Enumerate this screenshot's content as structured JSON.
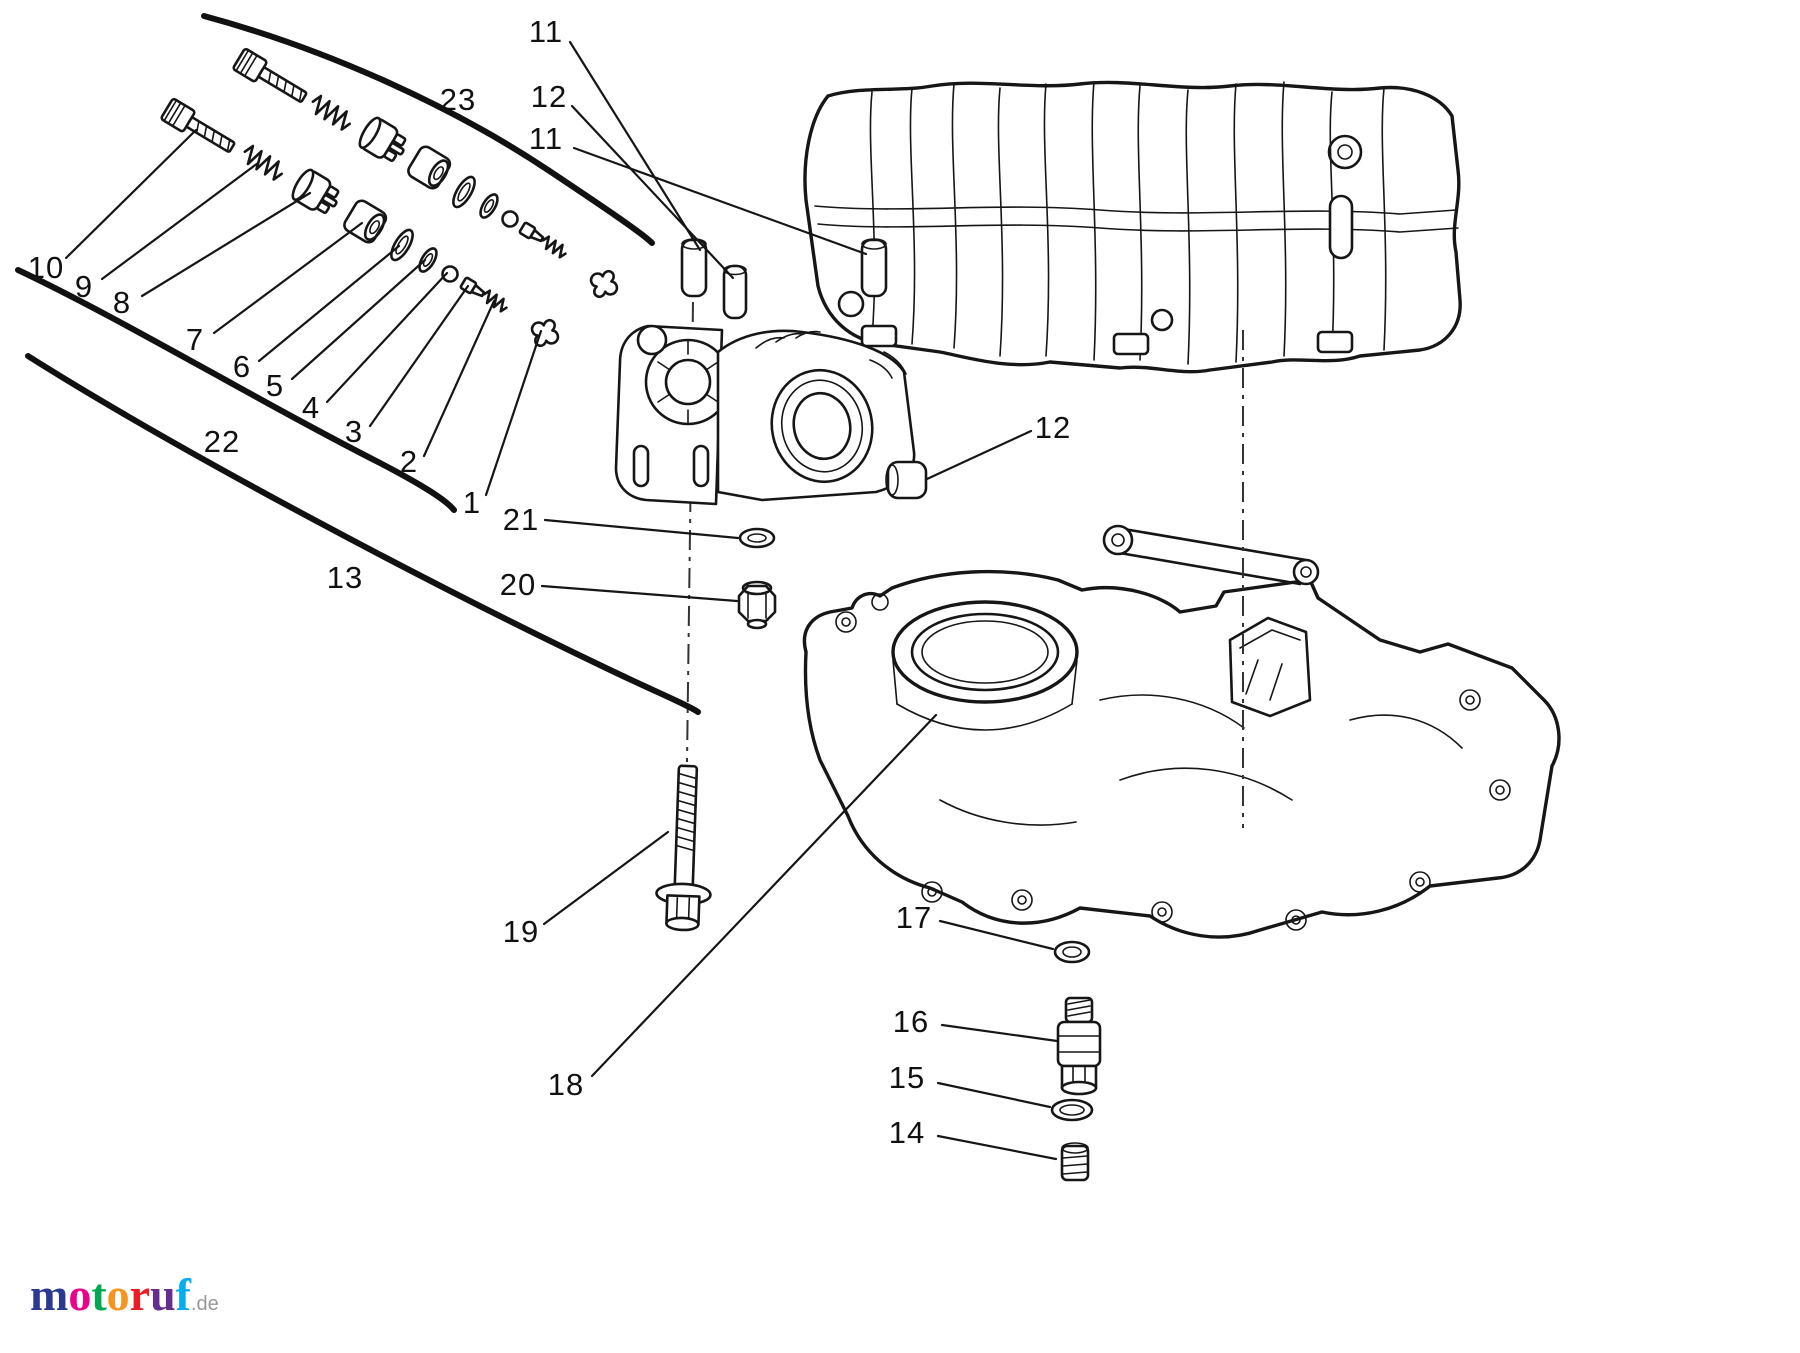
{
  "figure": {
    "background": "#ffffff",
    "line_color": "#161616"
  },
  "callouts": [
    {
      "id": "11-top",
      "text": "11"
    },
    {
      "id": "12-top",
      "text": "12"
    },
    {
      "id": "11-top-2",
      "text": "11"
    },
    {
      "id": "23",
      "text": "23"
    },
    {
      "id": "10",
      "text": "10"
    },
    {
      "id": "9",
      "text": "9"
    },
    {
      "id": "8",
      "text": "8"
    },
    {
      "id": "7",
      "text": "7"
    },
    {
      "id": "6",
      "text": "6"
    },
    {
      "id": "5",
      "text": "5"
    },
    {
      "id": "4",
      "text": "4"
    },
    {
      "id": "3",
      "text": "3"
    },
    {
      "id": "2",
      "text": "2"
    },
    {
      "id": "1",
      "text": "1"
    },
    {
      "id": "22",
      "text": "22"
    },
    {
      "id": "13",
      "text": "13"
    },
    {
      "id": "21",
      "text": "21"
    },
    {
      "id": "20",
      "text": "20"
    },
    {
      "id": "12-right",
      "text": "12"
    },
    {
      "id": "19",
      "text": "19"
    },
    {
      "id": "18",
      "text": "18"
    },
    {
      "id": "17",
      "text": "17"
    },
    {
      "id": "16",
      "text": "16"
    },
    {
      "id": "15",
      "text": "15"
    },
    {
      "id": "14",
      "text": "14"
    }
  ],
  "watermark": {
    "letters": [
      {
        "char": "m",
        "color": "#2b3990"
      },
      {
        "char": "o",
        "color": "#ec008c"
      },
      {
        "char": "t",
        "color": "#00a651"
      },
      {
        "char": "o",
        "color": "#f7941d"
      },
      {
        "char": "r",
        "color": "#ed1c24"
      },
      {
        "char": "u",
        "color": "#662d91"
      },
      {
        "char": "f",
        "color": "#00aeef"
      }
    ],
    "suffix": ".de"
  }
}
